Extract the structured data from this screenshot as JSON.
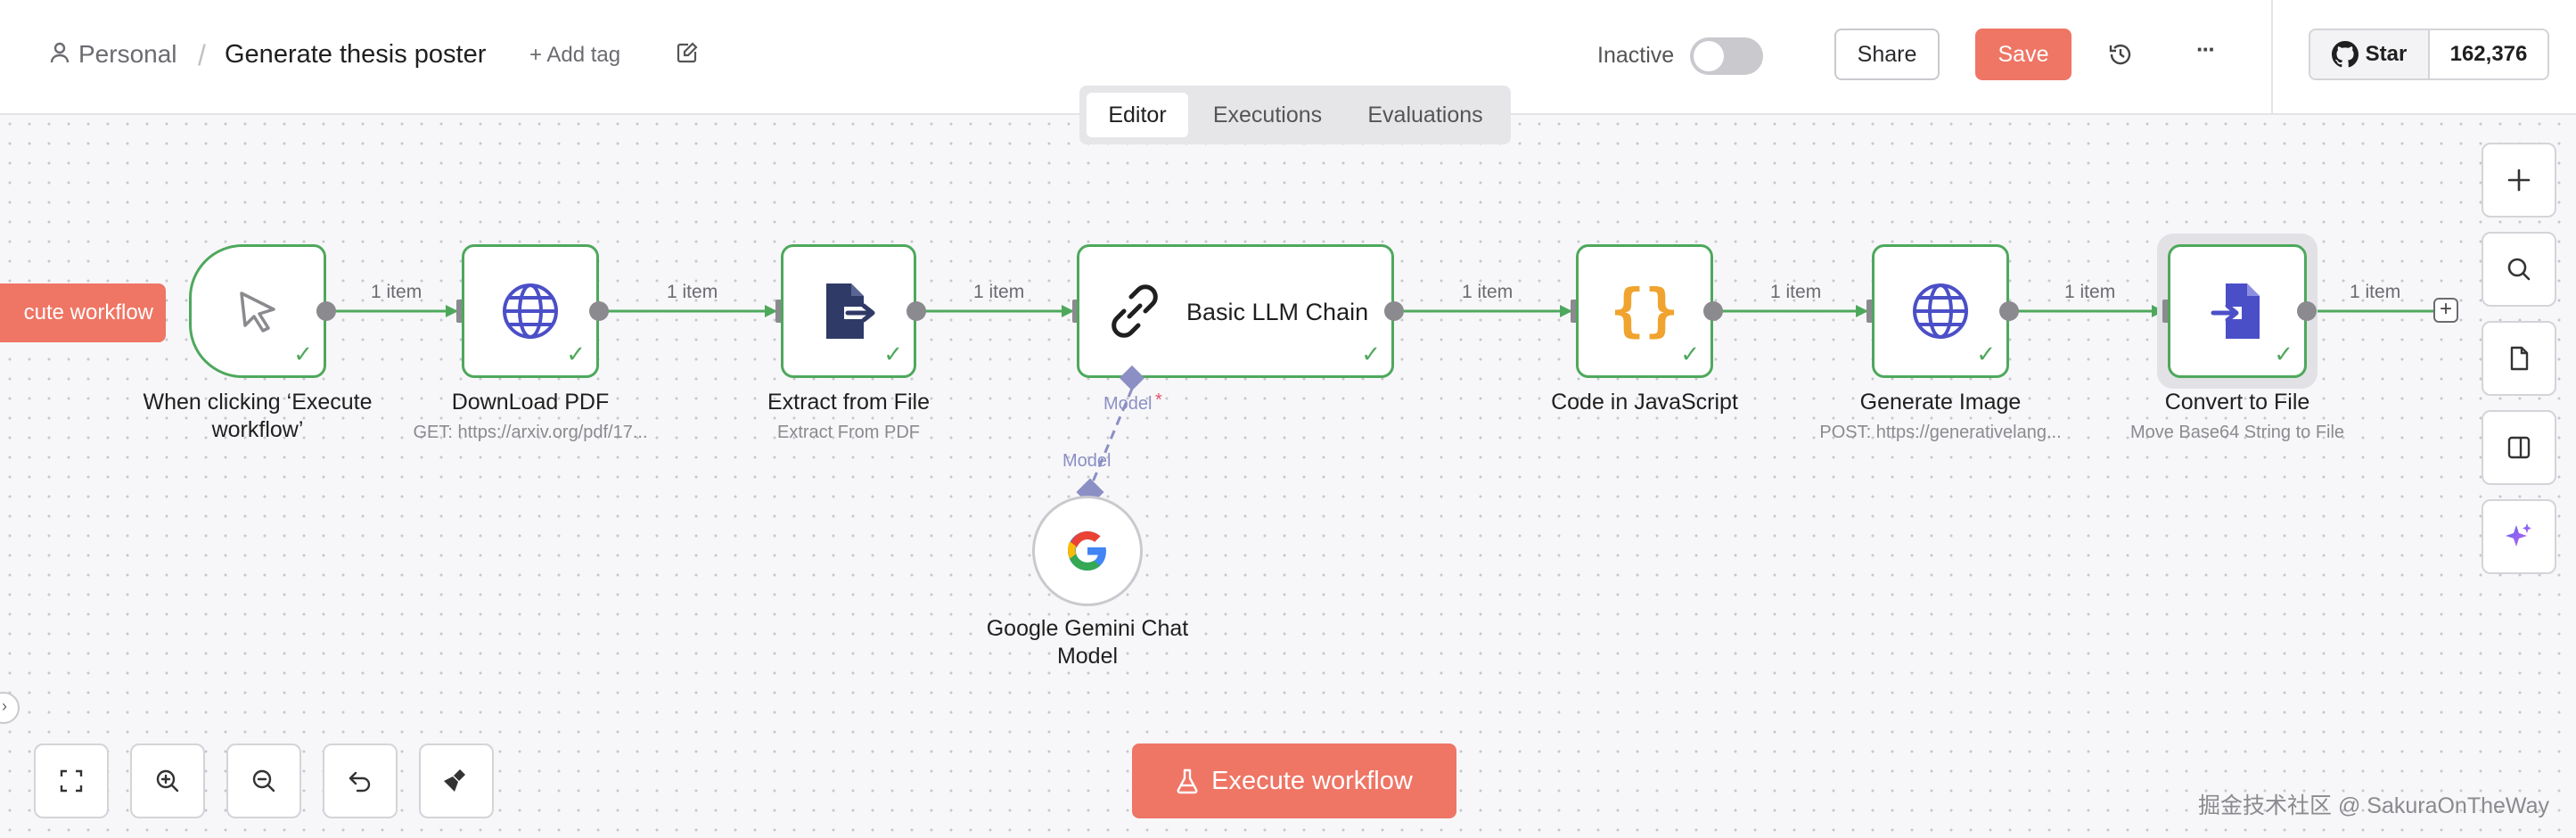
{
  "header": {
    "project": "Personal",
    "separator": "/",
    "workflow_name": "Generate thesis poster",
    "add_tag": "+ Add tag",
    "status_label": "Inactive",
    "share_label": "Share",
    "save_label": "Save",
    "more_label": "···",
    "github": {
      "star_label": "Star",
      "star_count": "162,376"
    }
  },
  "tabs": [
    {
      "label": "Editor",
      "active": true
    },
    {
      "label": "Executions",
      "active": false
    },
    {
      "label": "Evaluations",
      "active": false
    }
  ],
  "nodes": [
    {
      "label": "When clicking ‘Execute workflow’",
      "subtitle": "",
      "icon": "cursor-pointer-icon"
    },
    {
      "label": "DownLoad PDF",
      "subtitle": "GET: https://arxiv.org/pdf/17...",
      "icon": "globe-icon"
    },
    {
      "label": "Extract from File",
      "subtitle": "Extract From PDF",
      "icon": "file-export-icon"
    },
    {
      "label": "Basic LLM Chain",
      "subtitle": "",
      "icon": "link-chain-icon"
    },
    {
      "label": "Code in JavaScript",
      "subtitle": "",
      "icon": "code-braces-icon"
    },
    {
      "label": "Generate Image",
      "subtitle": "POST: https://generativelang...",
      "icon": "globe-icon"
    },
    {
      "label": "Convert to File",
      "subtitle": "Move Base64 String to File",
      "icon": "file-import-icon"
    },
    {
      "label": "Google Gemini Chat Model",
      "subtitle": "",
      "icon": "google-g-icon"
    }
  ],
  "connections": {
    "item_label": "1 item",
    "model_port_label": "Model",
    "model_required_mark": "*",
    "model_connector_label": "Model"
  },
  "actions": {
    "execute_left": "cute workflow",
    "execute_main": "Execute workflow"
  },
  "watermark": "掘金技术社区 @ SakuraOnTheWay",
  "colors": {
    "accent": "#ef7565",
    "success": "#4ea85c",
    "globe": "#4b4fc7",
    "code": "#f0a32e",
    "model": "#8b8fc4"
  }
}
